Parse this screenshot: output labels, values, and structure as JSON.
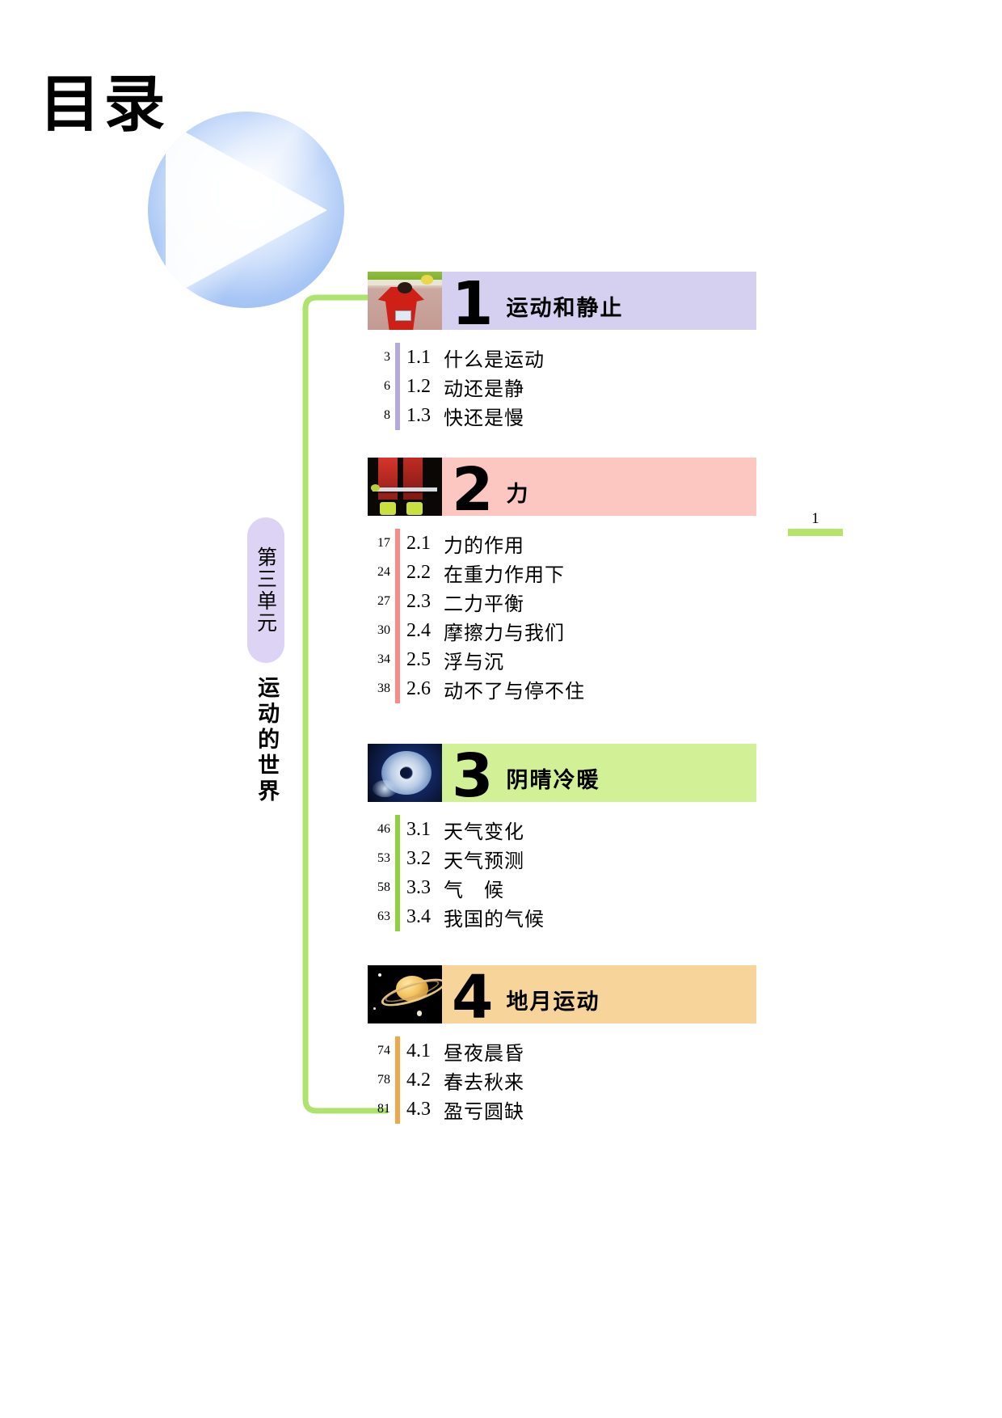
{
  "page": {
    "toc_title": "目录",
    "page_number": "1"
  },
  "unit": {
    "label": "第三单元",
    "name": "运动的世界"
  },
  "colors": {
    "chapter1": "#d6d0f0",
    "chapter1_rule": "#b3a8e0",
    "chapter2": "#fcc6c1",
    "chapter2_rule": "#f98a86",
    "chapter3": "#d2f196",
    "chapter3_rule": "#8ed13f",
    "chapter4": "#f7d49a",
    "chapter4_rule": "#f0a64a",
    "connector": "#aee36e",
    "badge_blue": "#93b8f2",
    "unit_pill": "#ddd4f5",
    "page_rule": "#b6e36a"
  },
  "chapters": [
    {
      "number": "1",
      "name": "运动和静止",
      "thumb": "athlete-photo",
      "entries": [
        {
          "page": "3",
          "no": "1.1",
          "title": "什么是运动"
        },
        {
          "page": "6",
          "no": "1.2",
          "title": "动还是静"
        },
        {
          "page": "8",
          "no": "1.3",
          "title": "快还是慢"
        }
      ]
    },
    {
      "number": "2",
      "name": "力",
      "thumb": "weightlifter-photo",
      "entries": [
        {
          "page": "17",
          "no": "2.1",
          "title": "力的作用"
        },
        {
          "page": "24",
          "no": "2.2",
          "title": "在重力作用下"
        },
        {
          "page": "27",
          "no": "2.3",
          "title": "二力平衡"
        },
        {
          "page": "30",
          "no": "2.4",
          "title": "摩擦力与我们"
        },
        {
          "page": "34",
          "no": "2.5",
          "title": "浮与沉"
        },
        {
          "page": "38",
          "no": "2.6",
          "title": "动不了与停不住"
        }
      ]
    },
    {
      "number": "3",
      "name": "阴晴冷暖",
      "thumb": "hurricane-satellite-photo",
      "entries": [
        {
          "page": "46",
          "no": "3.1",
          "title": "天气变化"
        },
        {
          "page": "53",
          "no": "3.2",
          "title": "天气预测"
        },
        {
          "page": "58",
          "no": "3.3",
          "title": "气　候"
        },
        {
          "page": "63",
          "no": "3.4",
          "title": "我国的气候"
        }
      ]
    },
    {
      "number": "4",
      "name": "地月运动",
      "thumb": "saturn-planet-photo",
      "entries": [
        {
          "page": "74",
          "no": "4.1",
          "title": "昼夜晨昏"
        },
        {
          "page": "78",
          "no": "4.2",
          "title": "春去秋来"
        },
        {
          "page": "81",
          "no": "4.3",
          "title": "盈亏圆缺"
        }
      ]
    }
  ]
}
